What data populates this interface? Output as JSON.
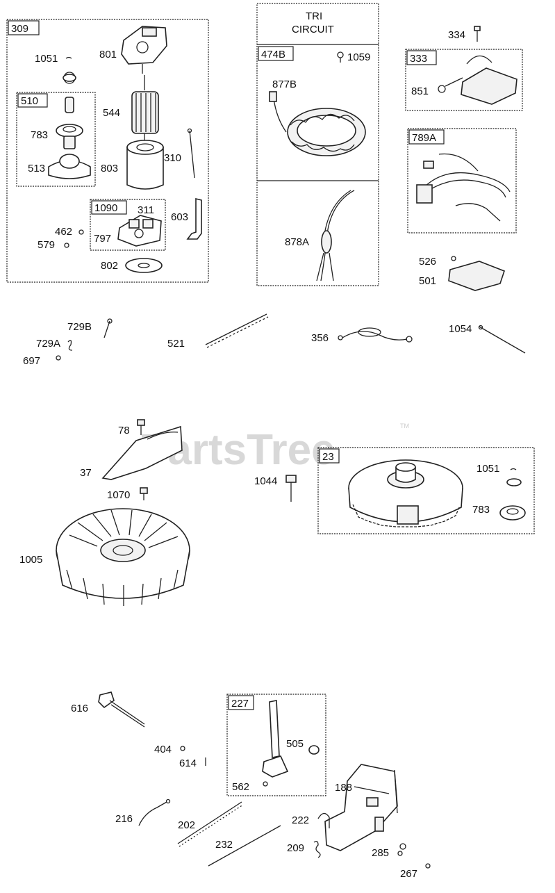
{
  "watermark": {
    "brand": "PartsTree",
    "mark": "TM"
  },
  "tri_circuit": {
    "line1": "TRI",
    "line2": "CIRCUIT"
  },
  "box_tags": {
    "b309": "309",
    "b510": "510",
    "b1090": "1090",
    "b474B": "474B",
    "b333": "333",
    "b789A": "789A",
    "b23": "23",
    "b227": "227"
  },
  "labels": {
    "l1051a": "1051",
    "l801": "801",
    "l544": "544",
    "l783a": "783",
    "l513": "513",
    "l803": "803",
    "l310": "310",
    "l311": "311",
    "l603": "603",
    "l462": "462",
    "l579": "579",
    "l797": "797",
    "l802": "802",
    "l1059": "1059",
    "l877B": "877B",
    "l878A": "878A",
    "l334": "334",
    "l851": "851",
    "l526": "526",
    "l501": "501",
    "l729B": "729B",
    "l729A": "729A",
    "l697": "697",
    "l521": "521",
    "l356": "356",
    "l1054": "1054",
    "l78": "78",
    "l37": "37",
    "l1070": "1070",
    "l1044": "1044",
    "l1051b": "1051",
    "l783b": "783",
    "l1005": "1005",
    "l616": "616",
    "l404": "404",
    "l614": "614",
    "l505": "505",
    "l562": "562",
    "l188": "188",
    "l216": "216",
    "l202": "202",
    "l222": "222",
    "l232": "232",
    "l209": "209",
    "l285": "285",
    "l267": "267"
  }
}
